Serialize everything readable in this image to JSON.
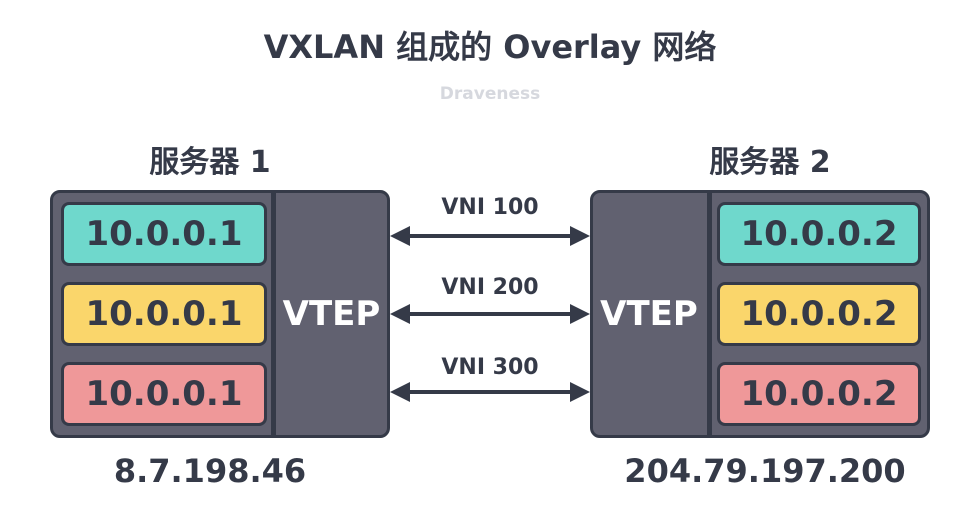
{
  "title": "VXLAN 组成的 Overlay 网络",
  "subtitle": "Draveness",
  "servers": [
    {
      "label": "服务器 1",
      "ip": "8.7.198.46",
      "vtep_label": "VTEP",
      "networks": [
        "10.0.0.1",
        "10.0.0.1",
        "10.0.0.1"
      ]
    },
    {
      "label": "服务器 2",
      "ip": "204.79.197.200",
      "vtep_label": "VTEP",
      "networks": [
        "10.0.0.2",
        "10.0.0.2",
        "10.0.0.2"
      ]
    }
  ],
  "vnis": [
    "VNI 100",
    "VNI 200",
    "VNI 300"
  ],
  "colors": {
    "teal": "#6fd8cc",
    "yellow": "#fad66b",
    "pink": "#ef9899",
    "server_fill": "#616170",
    "outline": "#353a48"
  }
}
